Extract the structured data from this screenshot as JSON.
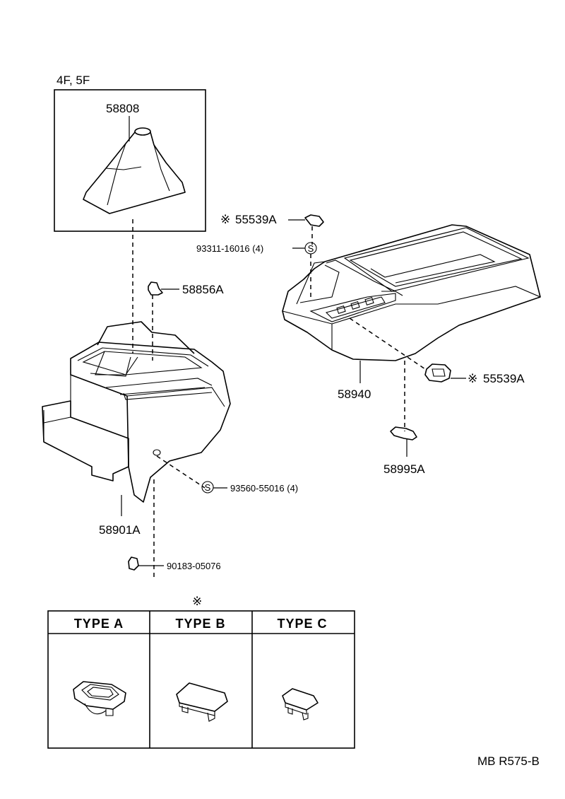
{
  "variant_label": "4F, 5F",
  "callouts": {
    "p58808": "58808",
    "p55539a_top": "55539A",
    "p93311": "93311-16016 (4)",
    "p58856a": "58856A",
    "p58940": "58940",
    "p55539a_right": "55539A",
    "p58995a": "58995A",
    "p93560": "93560-55016 (4)",
    "p58901a": "58901A",
    "p90183": "90183-05076"
  },
  "symbols": {
    "kome": "※",
    "screw_s": "S"
  },
  "type_table": {
    "headers": [
      "TYPE  A",
      "TYPE  B",
      "TYPE  C"
    ]
  },
  "figure_code": "MB R575-B"
}
